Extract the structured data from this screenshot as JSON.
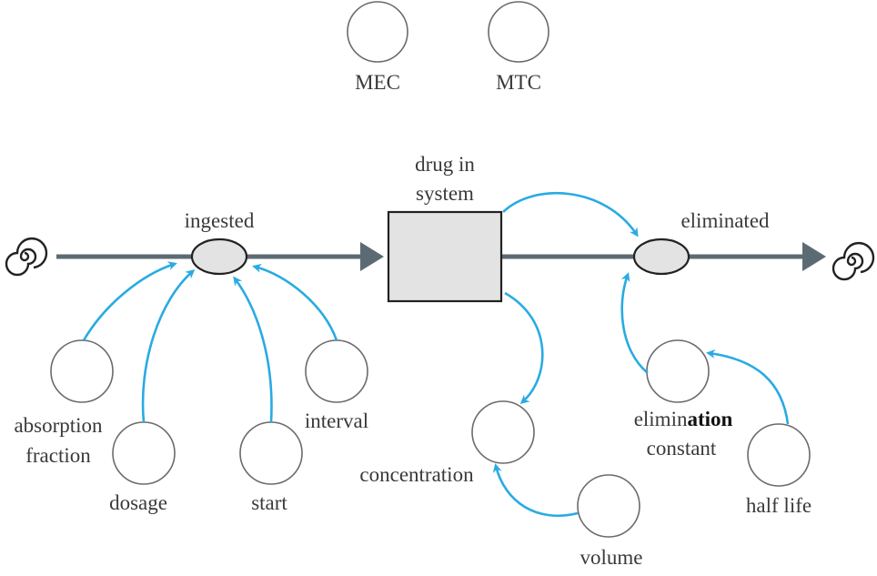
{
  "labels": {
    "mec": "MEC",
    "mtc": "MTC",
    "ingested": "ingested",
    "drug_line1": "drug in",
    "drug_line2": "system",
    "eliminated": "eliminated",
    "absorption_line1": "absorption",
    "absorption_line2": "fraction",
    "dosage": "dosage",
    "start": "start",
    "interval": "interval",
    "concentration": "concentration",
    "volume": "volume",
    "elim_prefix": "elimin",
    "elim_bold": "ation",
    "elim_line2": "constant",
    "half_life": "half life"
  },
  "colors": {
    "link": "#29abe2",
    "pipe": "#5c6b73",
    "fill": "#e3e3e3"
  }
}
